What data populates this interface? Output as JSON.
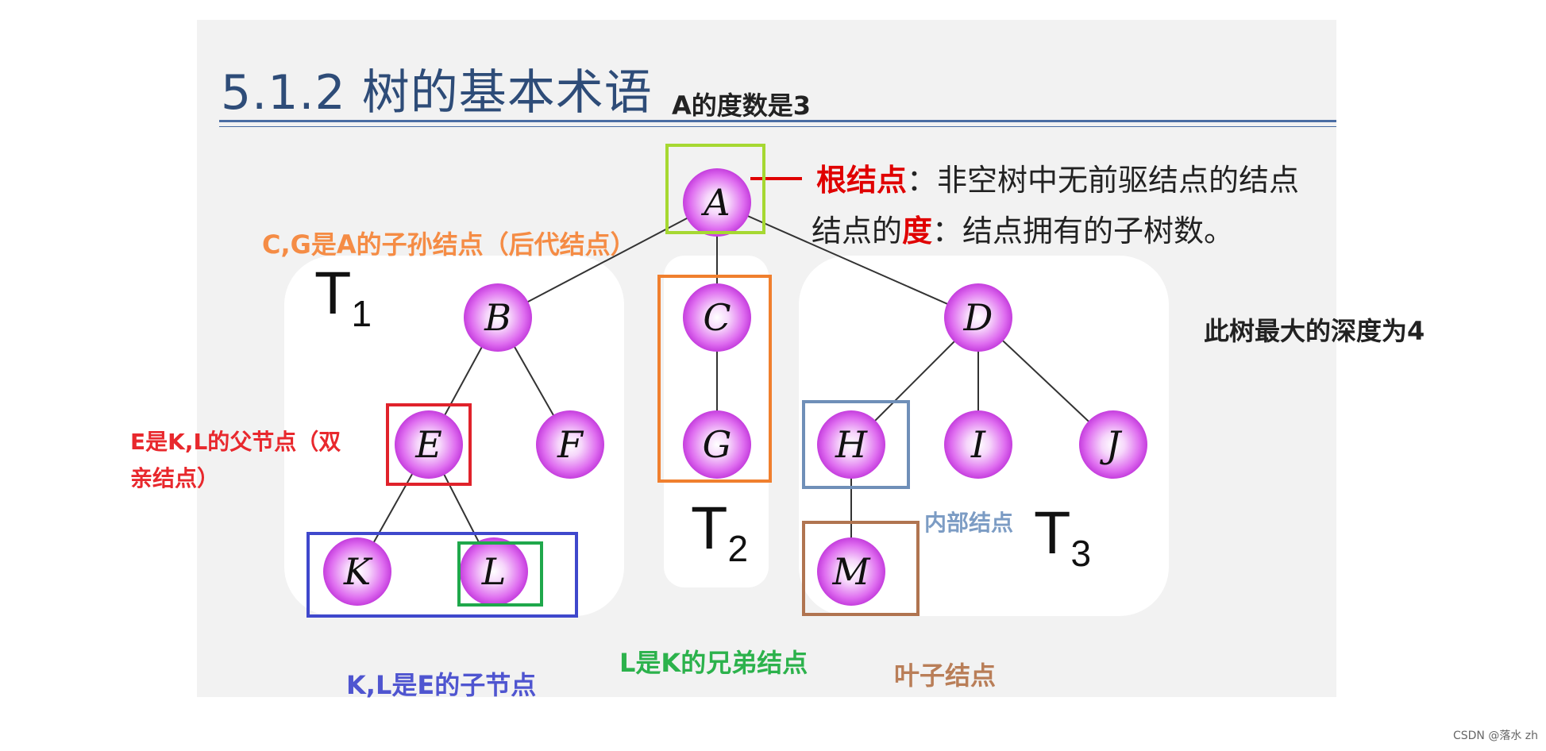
{
  "slide": {
    "title": "5.1.2 树的基本术语",
    "definitions": {
      "root_term": "根结点",
      "root_rest": "：非空树中无前驱结点的结点",
      "degree_prefix": "结点的",
      "degree_term": "度",
      "degree_rest": "：结点拥有的子树数。"
    },
    "subtrees": [
      {
        "letter": "T",
        "index": "1"
      },
      {
        "letter": "T",
        "index": "2"
      },
      {
        "letter": "T",
        "index": "3"
      }
    ]
  },
  "nodes": [
    "A",
    "B",
    "C",
    "D",
    "E",
    "F",
    "G",
    "H",
    "I",
    "J",
    "K",
    "L",
    "M"
  ],
  "annotations": {
    "degree_of_a": "A的度数是3",
    "descendants": "C,G是A的子孙结点（后代结点）",
    "max_depth": "此树最大的深度为4",
    "parent_line1": "E是K,L的父节点（双",
    "parent_line2": "亲结点）",
    "internal_nodes": "内部结点",
    "children": "K,L是E的子节点",
    "sibling": "L是K的兄弟结点",
    "leaf_nodes": "叶子结点"
  },
  "colors": {
    "title": "#2e4c78",
    "degree_of_a": "#222222",
    "descendants": "#f58c45",
    "max_depth": "#222222",
    "parent": "#e8282d",
    "internal_nodes": "#7c9cc4",
    "children": "#4f55d0",
    "sibling": "#2cb24c",
    "leaf_nodes": "#b97e58",
    "root_box": "#a6d832",
    "descendant_box": "#f07f2e",
    "parent_box": "#e0222b",
    "children_box": "#3f48cc",
    "sibling_box": "#1fa84b",
    "internal_box": "#6f8fb8",
    "leaf_box": "#b07450",
    "node_fill": "#c028e0"
  },
  "watermark": "CSDN @落水 zh"
}
